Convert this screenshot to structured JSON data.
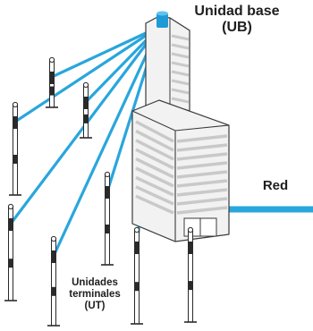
{
  "labels": {
    "base_unit_line1": "Unidad base",
    "base_unit_line2": "(UB)",
    "network": "Red",
    "terminal_units_line1": "Unidades",
    "terminal_units_line2": "terminales",
    "terminal_units_line3": "(UT)"
  },
  "colors": {
    "link": "#29a6dc",
    "outline": "#3a3a3a",
    "building_fill": "#f2f2f2",
    "window_band": "#c9c9c9",
    "antenna": "#1e9ad6",
    "pole": "#2a2a2a"
  },
  "icons": {
    "building": "office-building-icon",
    "base_antenna": "antenna-icon",
    "terminal": "terminal-pole-icon"
  },
  "terminal_unit_count": 8
}
